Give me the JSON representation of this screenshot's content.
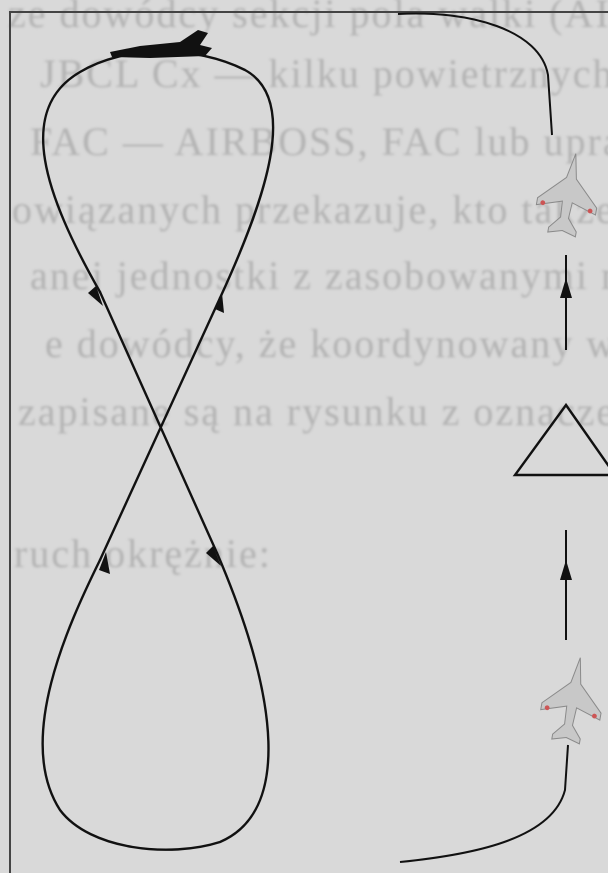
{
  "background_text": [
    "ze dowódcy sekcji pola walki (AIRBOSS)",
    "JBCL Cx — kilku powietrznych lub",
    "FAC — AIRBOSS, FAC lub uprawnionego",
    "owiązanych przekazuje, kto także ich",
    "anej jednostki z zasobowanymi mają być",
    "e dowódcy, że koordynowany w rejonie",
    "zapisane są na rysunku z oznaczeniem",
    "",
    "ruch okrężnie:"
  ],
  "colors": {
    "paper": "#d9d9d9",
    "frame": "#444444",
    "ink": "#111111",
    "faded_text": "#b3b3b3",
    "aircraft_gray": "#c8c8c8"
  },
  "icons": {
    "lead_aircraft": "jet-silhouette-icon",
    "fighter": "fighter-jet-icon",
    "waypoint": "triangle-waypoint-icon"
  }
}
